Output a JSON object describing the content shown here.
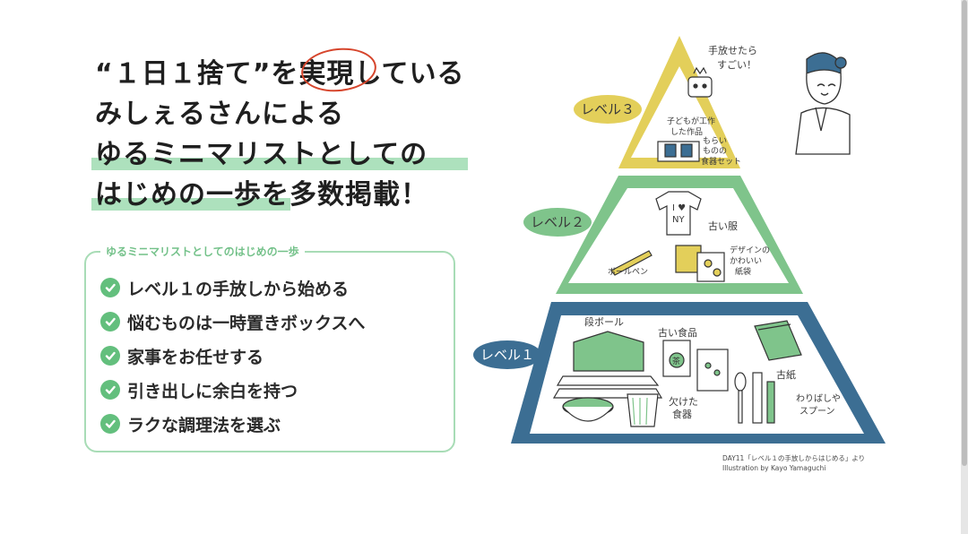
{
  "headline": {
    "line1_pre": "“１日１捨て”を",
    "line1_circled": "実現",
    "line1_post": "している",
    "line2": "みしぇるさんによる",
    "line3": "ゆるミニマリストとしての",
    "line4": "はじめの一歩を多数掲載！"
  },
  "checklist": {
    "title": "ゆるミニマリストとしてのはじめの一歩",
    "items": [
      {
        "label": "レベル１の手放しから始める"
      },
      {
        "label": "悩むものは一時置きボックスへ"
      },
      {
        "label": "家事をお任せする"
      },
      {
        "label": "引き出しに余白を持つ"
      },
      {
        "label": "ラクな調理法を選ぶ"
      }
    ]
  },
  "pyramid": {
    "levels": {
      "level3": "レベル３",
      "level2": "レベル２",
      "level1": "レベル１"
    },
    "notes": {
      "speech": [
        "手放せたら",
        "すごい！"
      ],
      "kids_work": [
        "子どもが工作",
        "した作品"
      ],
      "gift_dishes": [
        "もらい",
        "ものの",
        "食器セット"
      ],
      "old_clothes": "古い服",
      "tshirt_text": [
        "I ♥",
        "NY"
      ],
      "pen": "ボールペン",
      "paper_bags": [
        "デザインの",
        "かわいい",
        "紙袋"
      ],
      "cardboard": "段ボール",
      "old_food": "古い食品",
      "newspaper": "古紙",
      "chipped_dishes": [
        "欠けた",
        "食器"
      ],
      "chopsticks": [
        "わりばしや",
        "スプーン"
      ],
      "tea_label": "茶"
    },
    "colors": {
      "level3": "#e3cf5a",
      "level2": "#7fc48b",
      "level1": "#3c6e93",
      "inner": "#ffffff"
    }
  },
  "credit": {
    "line1": "DAY11「レベル１の手放しからはじめる」より",
    "line2": "Illustration by Kayo Yamaguchi"
  }
}
